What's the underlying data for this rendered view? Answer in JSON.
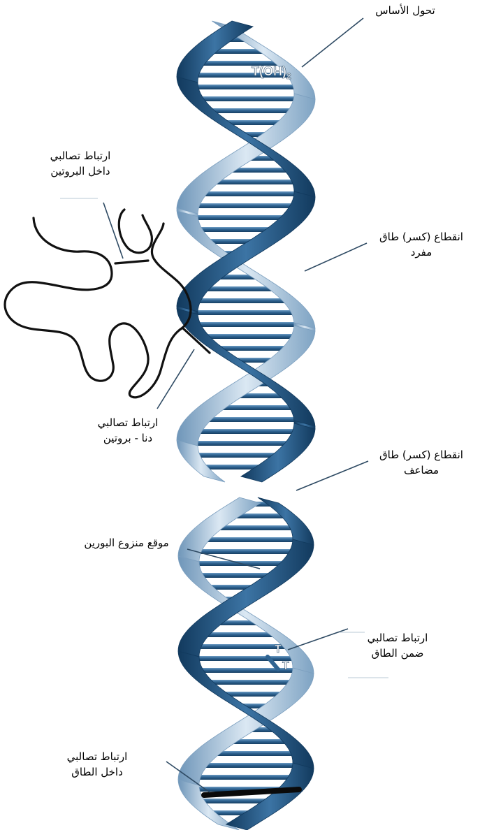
{
  "labels": {
    "base_change": "تحول الأساس",
    "intra_protein_crosslink": [
      "ارتباط تصالبي",
      "داخل البروتين"
    ],
    "single_strand_break": [
      "انقطاع (كسر) طاق",
      "مفرد"
    ],
    "dna_protein_crosslink": [
      "ارتباط تصالبي",
      "دنا - بروتين"
    ],
    "double_strand_break": [
      "انقطاع (كسر) طاق",
      "مضاعف"
    ],
    "depurinated_site": "موقع منزوع البورين",
    "intrastrand_crosslink": [
      "ارتباط تصالبي",
      "ضمن الطاق"
    ],
    "interstrand_crosslink": [
      "ارتباط تصالبي",
      "داخل الطاق"
    ]
  },
  "marks": {
    "modified_base": "T(OH)",
    "modified_base_subscript": "2",
    "thymine_dimer_1": "T",
    "thymine_dimer_2": "T"
  },
  "colors": {
    "strand_dark": "#1d4e7a",
    "strand_light": "#a9c6de",
    "rung": "#2f6492",
    "leader": "#2e4a63",
    "protein": "#111111",
    "crosslink_bar": "#0a0a0a"
  }
}
